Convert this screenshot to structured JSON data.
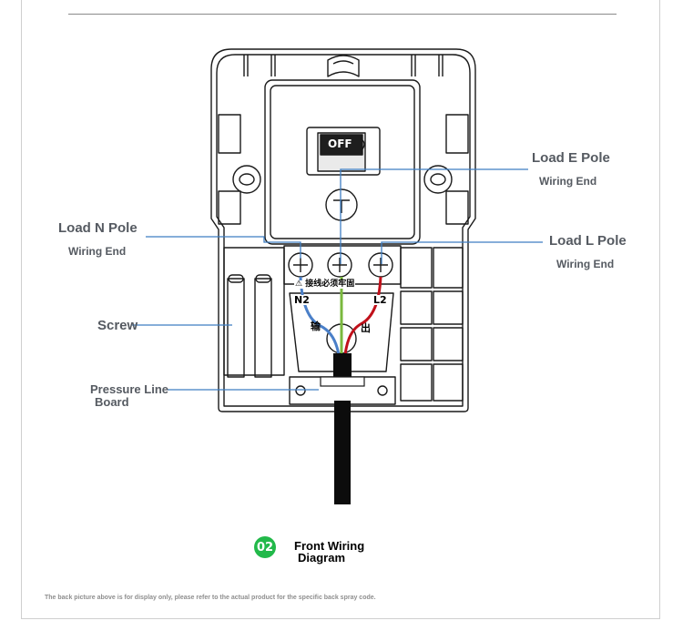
{
  "switch": {
    "off_label": "OFF",
    "warning_text": "⚠ 接线必须牢固",
    "terminal_n": "N2",
    "terminal_l": "L2",
    "char_left": "输",
    "char_right": "出"
  },
  "callouts": {
    "load_n_title": "Load N Pole",
    "load_n_sub": "Wiring End",
    "load_e_title": "Load E Pole",
    "load_e_sub": "Wiring End",
    "load_l_title": "Load L Pole",
    "load_l_sub": "Wiring End",
    "screw": "Screw",
    "pressure_line_1": "Pressure Line",
    "pressure_line_2": "Board"
  },
  "caption": {
    "badge": "02",
    "line1": "Front Wiring",
    "line2": "Diagram"
  },
  "footnote": "The back picture above is for display only, please refer to the actual product for the specific back spray code.",
  "colors": {
    "callout_line": "#3e7ec2",
    "badge": "#22b94a",
    "wire_live": "#c0101a",
    "wire_earth": "#7ab83e",
    "wire_neutral": "#4a7fc8"
  }
}
